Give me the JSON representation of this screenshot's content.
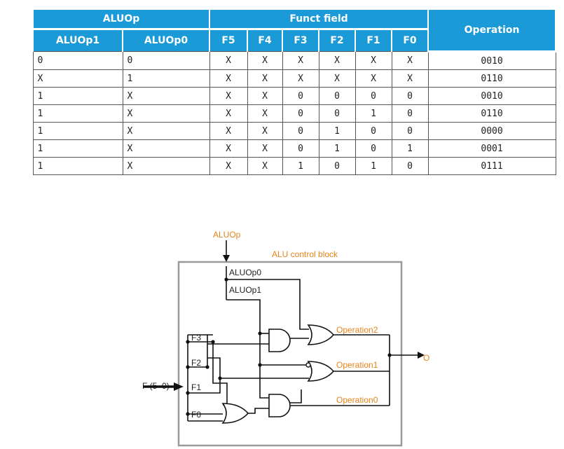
{
  "table": {
    "group_headers": {
      "aluop": "ALUOp",
      "funct": "Funct field"
    },
    "columns": [
      "ALUOp1",
      "ALUOp0",
      "F5",
      "F4",
      "F3",
      "F2",
      "F1",
      "F0",
      "Operation"
    ],
    "rows": [
      [
        "0",
        "0",
        "X",
        "X",
        "X",
        "X",
        "X",
        "X",
        "0010"
      ],
      [
        "X",
        "1",
        "X",
        "X",
        "X",
        "X",
        "X",
        "X",
        "0110"
      ],
      [
        "1",
        "X",
        "X",
        "X",
        "0",
        "0",
        "0",
        "0",
        "0010"
      ],
      [
        "1",
        "X",
        "X",
        "X",
        "0",
        "0",
        "1",
        "0",
        "0110"
      ],
      [
        "1",
        "X",
        "X",
        "X",
        "0",
        "1",
        "0",
        "0",
        "0000"
      ],
      [
        "1",
        "X",
        "X",
        "X",
        "0",
        "1",
        "0",
        "1",
        "0001"
      ],
      [
        "1",
        "X",
        "X",
        "X",
        "1",
        "0",
        "1",
        "0",
        "0111"
      ]
    ]
  },
  "diagram": {
    "aluop_label": "ALUOp",
    "block_label": "ALU control block",
    "aluop0_label": "ALUOp0",
    "aluop1_label": "ALUOp1",
    "f3_label": "F3",
    "f2_label": "F2",
    "f1_label": "F1",
    "f0_label": "F0",
    "f_bus_label": "F (5–0)",
    "op2_label": "Operation2",
    "op1_label": "Operation1",
    "op0_label": "Operation0",
    "output_label": "O",
    "colors": {
      "accent": "#e8831a",
      "header": "#1a9ad6",
      "wire": "#111111",
      "block_border": "#999999"
    }
  }
}
